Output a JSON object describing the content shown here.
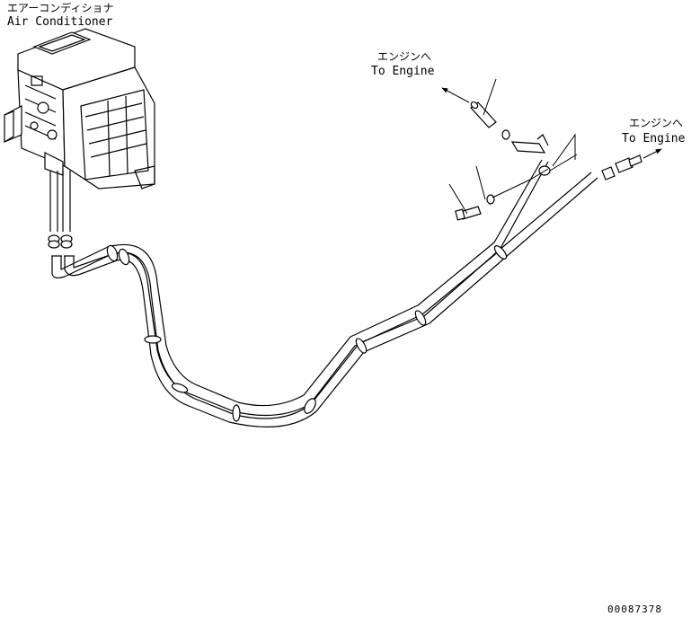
{
  "labels": {
    "ac_jp": "エアーコンディショナ",
    "ac_en": "Air Conditioner",
    "engine_top_jp": "エンジンへ",
    "engine_top_en": "To Engine",
    "engine_right_jp": "エンジンへ",
    "engine_right_en": "To Engine",
    "drawing_number": "00087378"
  }
}
